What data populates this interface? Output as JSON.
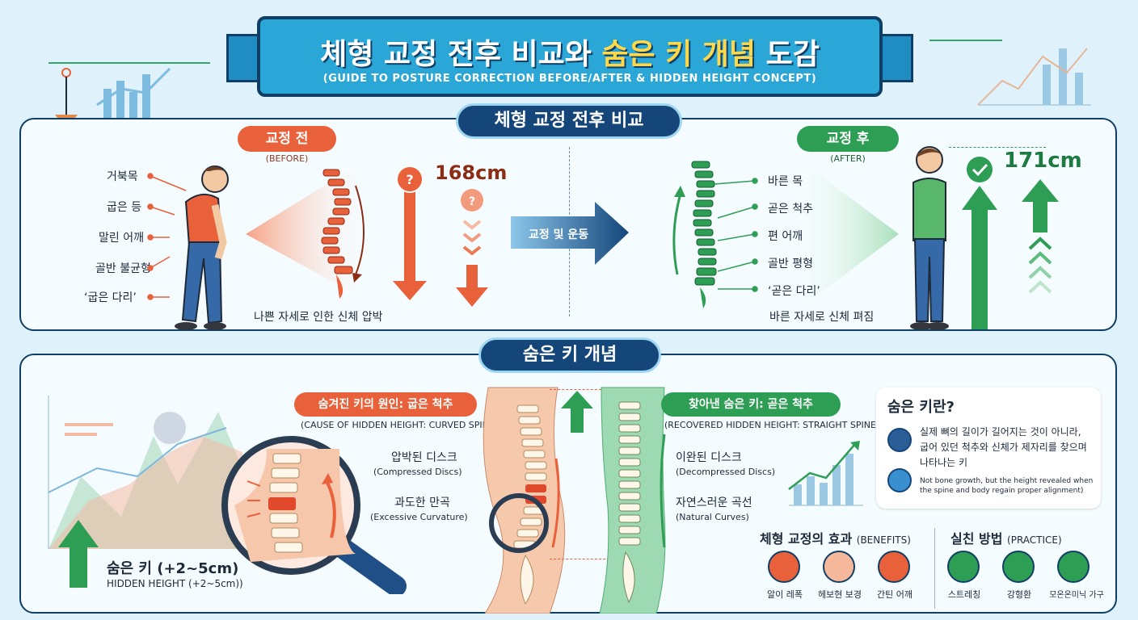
{
  "header": {
    "title_part1": "체형 교정 전후 비교와 ",
    "title_highlight": "숨은 키 개념",
    "title_part2": " 도감",
    "subtitle": "(GUIDE TO POSTURE CORRECTION BEFORE/AFTER & HIDDEN HEIGHT CONCEPT)"
  },
  "comparison": {
    "section_title": "체형 교정 전후 비교",
    "before": {
      "label": "교정 전",
      "label_en": "(BEFORE)",
      "height": "168cm",
      "items": [
        "거북목",
        "굽은 등",
        "말린 어깨",
        "골반 불균형",
        "‘굽은 다리’"
      ],
      "caption": "나쁜 자세로 인한 신체 압박"
    },
    "arrow_label": "교정 및 운동",
    "after": {
      "label": "교정 후",
      "label_en": "(AFTER)",
      "height": "171cm",
      "items": [
        "바른 목",
        "곧은 척추",
        "편 어깨",
        "골반 평형",
        "‘곧은 다리’"
      ],
      "caption": "바른 자세로 신체 펴짐"
    }
  },
  "concept": {
    "section_title": "숨은 키 개념",
    "hidden_height": "숨은 키 (+2~5cm)",
    "hidden_height_en": "HIDDEN HEIGHT (+2~5cm))",
    "cause_title": "숨겨진 키의 원인: 굽은 척추",
    "cause_en": "(CAUSE OF HIDDEN HEIGHT: CURVED SPINE)",
    "compressed": "압박된 디스크",
    "compressed_en": "(Compressed Discs)",
    "excessive": "과도한 만곡",
    "excessive_en": "(Excessive Curvature)",
    "recovered_title": "찾아낸 숨은 키: 곧은 척추",
    "recovered_en": "(RECOVERED HIDDEN HEIGHT: STRAIGHT SPINE)",
    "decompressed": "이완된 디스크",
    "decompressed_en": "(Decompressed Discs)",
    "natural": "자연스러운 곡선",
    "natural_en": "(Natural Curves)"
  },
  "definition": {
    "title": "숨은 키란?",
    "text_ko": "실제 뼈의 길이가 길어지는 것이 아니라, 굽어 있던 척추와 신체가 제자리를 찾으며 나타나는 키",
    "text_en": "Not bone growth, but the height revealed when the spine and body regain proper alignment)"
  },
  "benefits": {
    "title": "체형 교정의 효과",
    "title_en": "(BENEFITS)",
    "items": [
      "알이 레폭",
      "헤보현 보경",
      "간틴 어깨"
    ]
  },
  "practice": {
    "title": "실친 방법",
    "title_en": "(PRACTICE)",
    "items": [
      "스트레칭",
      "강형환",
      "모온온미닉 가구"
    ]
  },
  "colors": {
    "before": "#e8613a",
    "after": "#2f9e55",
    "navy": "#14467a",
    "banner": "#2aa6d7"
  }
}
